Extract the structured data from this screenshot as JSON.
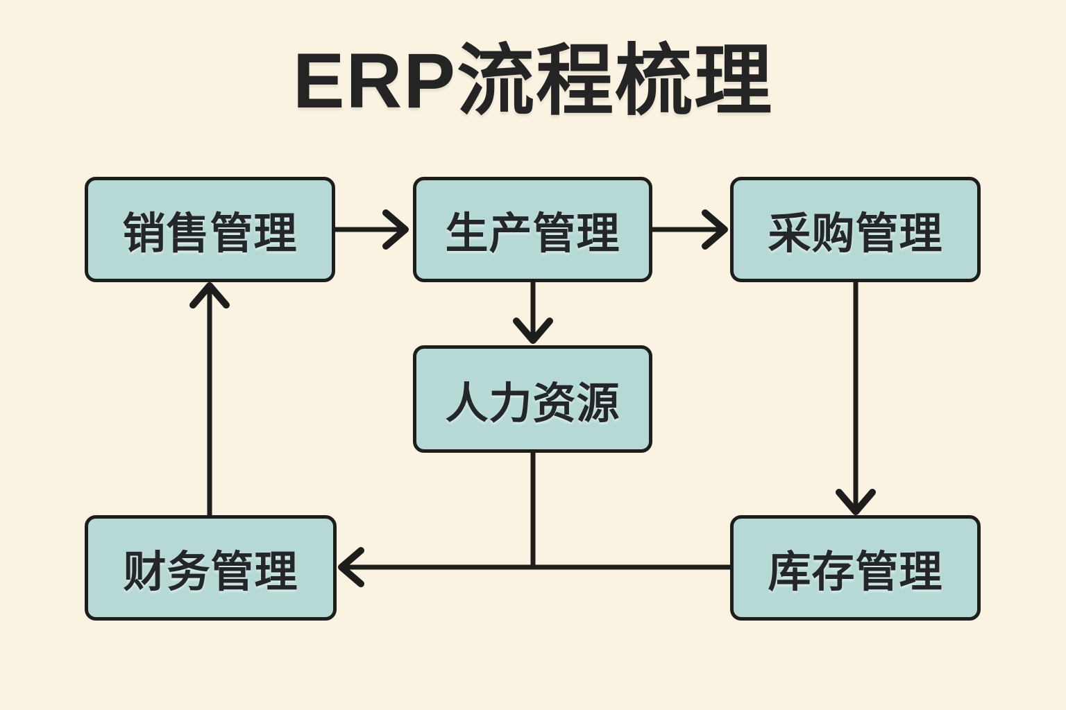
{
  "title": "ERP流程梳理",
  "colors": {
    "background": "#faf3e2",
    "node_fill": "#b7d9d5",
    "node_border": "#1d1d1b",
    "arrow_line": "#1d1d1b",
    "text": "#24272a",
    "title_text": "#242424"
  },
  "nodes": [
    {
      "id": "sales",
      "label": "销售管理"
    },
    {
      "id": "production",
      "label": "生产管理"
    },
    {
      "id": "procurement",
      "label": "采购管理"
    },
    {
      "id": "hr",
      "label": "人力资源"
    },
    {
      "id": "finance",
      "label": "财务管理"
    },
    {
      "id": "inventory",
      "label": "库存管理"
    }
  ],
  "edges": [
    {
      "from": "销售管理",
      "to": "生产管理",
      "direction": "right"
    },
    {
      "from": "生产管理",
      "to": "采购管理",
      "direction": "right"
    },
    {
      "from": "生产管理",
      "to": "人力资源",
      "direction": "down"
    },
    {
      "from": "采购管理",
      "to": "库存管理",
      "direction": "down"
    },
    {
      "from": "库存管理",
      "to": "财务管理",
      "direction": "left"
    },
    {
      "from": "人力资源",
      "to": "财务管理",
      "direction": "down-then-left-joins-inventory-line"
    },
    {
      "from": "财务管理",
      "to": "销售管理",
      "direction": "up"
    }
  ]
}
